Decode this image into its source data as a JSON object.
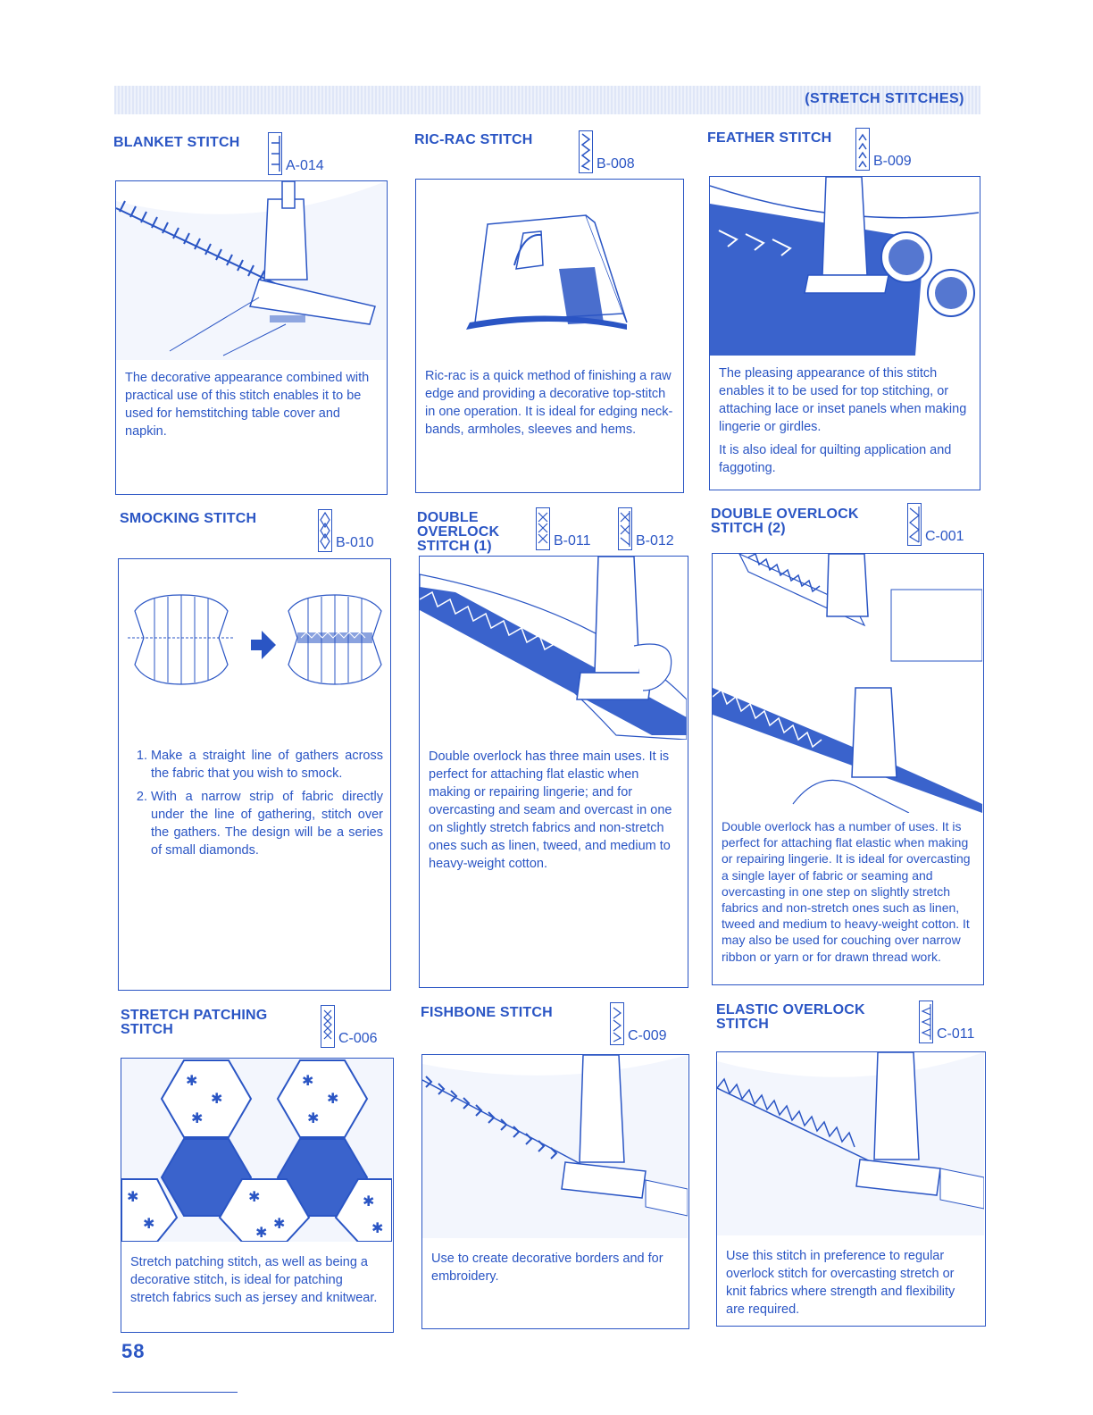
{
  "header": {
    "title": "(STRETCH STITCHES)"
  },
  "sections": {
    "blanket": {
      "title": "BLANKET STITCH",
      "code": "A-014",
      "text": "The decorative appearance combined with practical use of this stitch enables it to be used for hemstitching table cover and napkin."
    },
    "ricrac": {
      "title": "RIC-RAC STITCH",
      "code": "B-008",
      "text": "Ric-rac is a quick method of finishing a raw edge and providing a decorative top-stitch in one operation. It is ideal for edging neck-bands, armholes, sleeves and hems."
    },
    "feather": {
      "title": "FEATHER STITCH",
      "code": "B-009",
      "text1": "The pleasing appearance of this stitch enables it to be used for top stitching, or attaching lace or inset panels when making lingerie or girdles.",
      "text2": "It is also ideal for quilting application and faggoting."
    },
    "smocking": {
      "title": "SMOCKING STITCH",
      "code": "B-010",
      "steps": [
        "Make a straight line of gathers across the fabric that you wish to smock.",
        "With a narrow strip of fabric directly under the line of gathering, stitch over the gathers. The design will be a series of small diamonds."
      ]
    },
    "double1": {
      "title": "DOUBLE\nOVERLOCK\nSTITCH (1)",
      "code1": "B-011",
      "code2": "B-012",
      "text": "Double overlock has three main uses. It is perfect for attaching flat elastic when making or repairing lingerie; and for overcasting and seam and overcast in one on slightly stretch fabrics and non-stretch ones such as linen, tweed, and medium to heavy-weight cotton."
    },
    "double2": {
      "title": "DOUBLE OVERLOCK\nSTITCH (2)",
      "code": "C-001",
      "text": "Double overlock has a number of uses. It is perfect for attaching flat elastic when making or repairing lingerie. It is ideal for overcasting a single layer of fabric or seaming and overcasting in one step on slightly stretch fabrics and non-stretch ones such as linen, tweed and medium to heavy-weight cotton. It may also be used for couching over narrow ribbon or yarn or for drawn thread work."
    },
    "patching": {
      "title": "STRETCH PATCHING\nSTITCH",
      "code": "C-006",
      "text": "Stretch patching stitch, as well as being a decorative stitch, is ideal for patching stretch fabrics such as jersey and knitwear."
    },
    "fishbone": {
      "title": "FISHBONE STITCH",
      "code": "C-009",
      "text": "Use to create decorative borders and for embroidery."
    },
    "elastic": {
      "title": "ELASTIC OVERLOCK\nSTITCH",
      "code": "C-011",
      "text": "Use this stitch in preference to regular overlock stitch for overcasting stretch or knit fabrics where strength and flexibility are required."
    }
  },
  "page_number": "58",
  "colors": {
    "ink": "#2a55c4",
    "band": "#dfe6f7"
  }
}
